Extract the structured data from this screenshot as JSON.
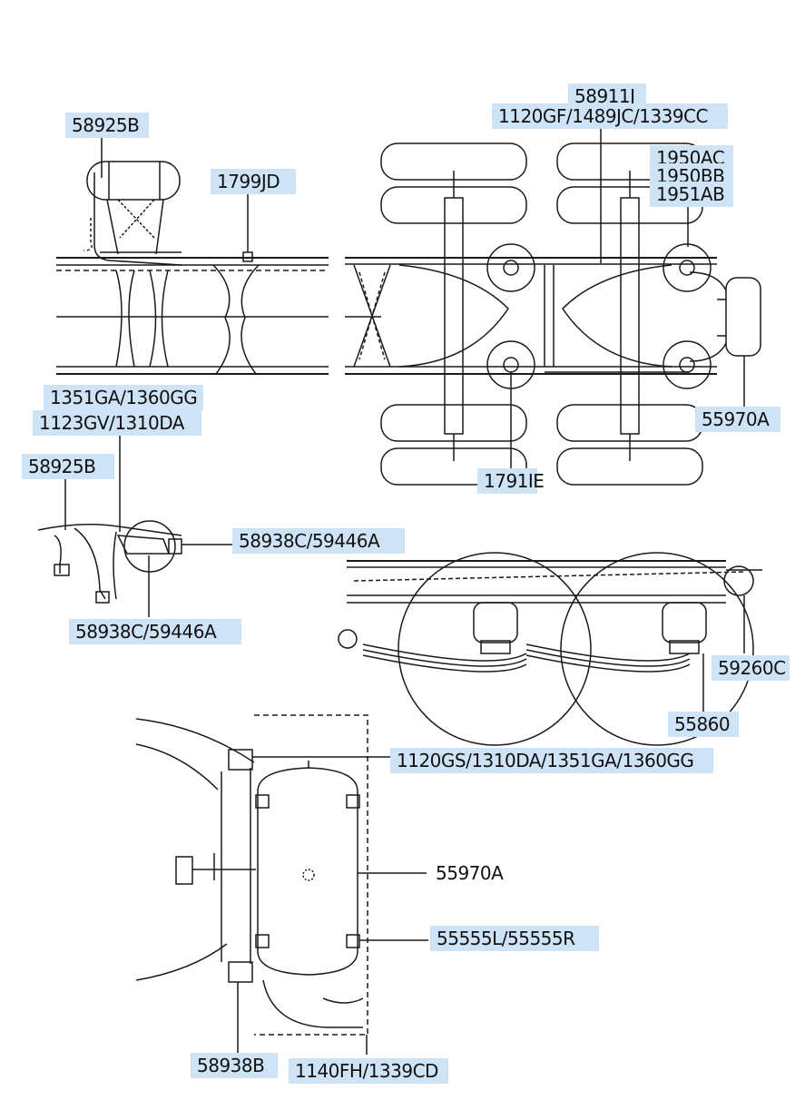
{
  "colors": {
    "label_highlight": "#cfe3f7",
    "line": "#1a1a1a",
    "background": "#ffffff"
  },
  "labels": {
    "tank_top_left": "58925B",
    "bracket_1799": "1799JD",
    "upper_58911": "58911J",
    "upper_1120gf": "1120GF/1489JC/1339CC",
    "upper_1950ac": "1950AC",
    "upper_1950bb": "1950BB",
    "upper_1951ab": "1951AB",
    "right_55970a": "55970A",
    "bottom_1791ie": "1791IE",
    "left_1351ga": "1351GA/1360GG",
    "left_1123gv": "1123GV/1310DA",
    "left_58925b": "58925B",
    "left_58938c_upper": "58938C/59446A",
    "left_58938c_lower": "58938C/59446A",
    "side_59260c": "59260C",
    "side_55860": "55860",
    "lower_1120gs": "1120GS/1310DA/1351GA/1360GG",
    "lower_55970a": "55970A",
    "lower_55555": "55555L/55555R",
    "lower_58938b": "58938B",
    "lower_1140fh": "1140FH/1339CD"
  }
}
